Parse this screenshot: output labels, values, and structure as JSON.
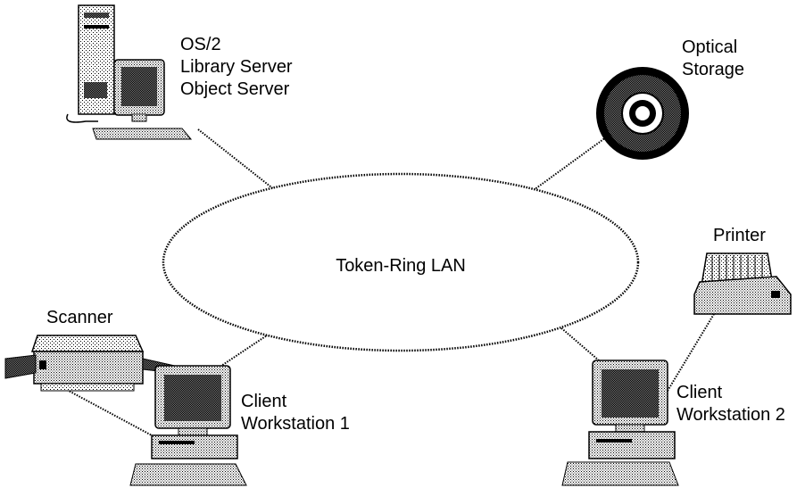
{
  "labels": {
    "server": [
      "OS/2",
      "Library Server",
      "Object Server"
    ],
    "optical": [
      "Optical",
      "Storage"
    ],
    "lan": "Token-Ring LAN",
    "printer": "Printer",
    "scanner": "Scanner",
    "client1": [
      "Client",
      "Workstation 1"
    ],
    "client2": [
      "Client",
      "Workstation 2"
    ]
  },
  "colors": {
    "ink": "#000000",
    "fill": "#ffffff"
  }
}
